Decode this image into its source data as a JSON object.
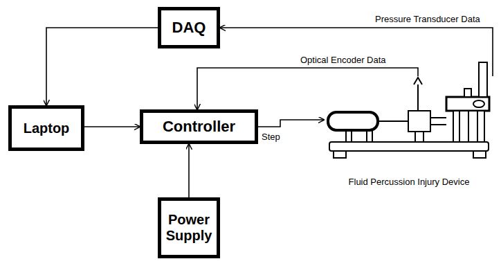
{
  "diagram": {
    "nodes": [
      {
        "text": [
          "DAQ"
        ]
      },
      {
        "text": [
          "Laptop"
        ]
      },
      {
        "text": [
          "Controller"
        ]
      },
      {
        "text": [
          "Power Supply"
        ]
      },
      {
        "text": [
          "Fluid Percussion Injury Device"
        ]
      }
    ],
    "edges": [
      {
        "from": 0,
        "to": 1,
        "arrow": "to"
      },
      {
        "from": 1,
        "to": 2,
        "arrow": "to"
      },
      {
        "from": 3,
        "to": 2,
        "arrow": "to"
      },
      {
        "from": 2,
        "to": 4,
        "label": "Step",
        "arrow": "to"
      },
      {
        "from": 4,
        "to": 2,
        "label": "Optical Encoder Data",
        "arrow": "to"
      },
      {
        "from": 4,
        "to": 0,
        "label": "Pressure Transducer Data",
        "arrow": "to"
      }
    ]
  }
}
